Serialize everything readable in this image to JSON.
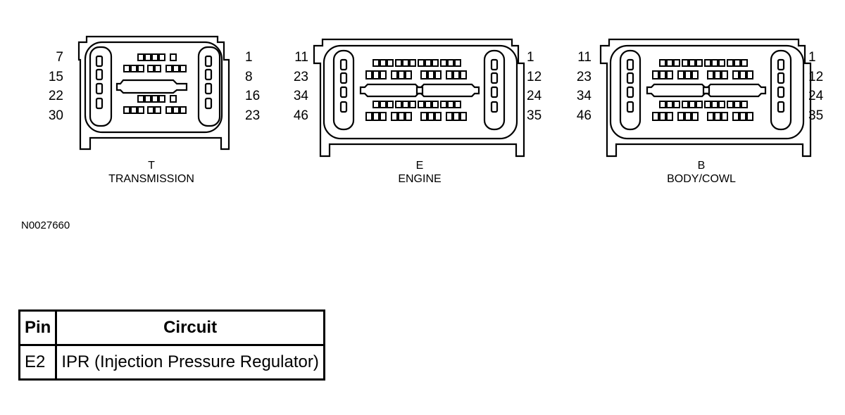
{
  "connectors": [
    {
      "id": "T",
      "letter": "T",
      "name": "TRANSMISSION",
      "left_pins": [
        "7",
        "15",
        "22",
        "30"
      ],
      "right_pins": [
        "1",
        "8",
        "16",
        "23"
      ]
    },
    {
      "id": "E",
      "letter": "E",
      "name": "ENGINE",
      "left_pins": [
        "11",
        "23",
        "34",
        "46"
      ],
      "right_pins": [
        "1",
        "12",
        "24",
        "35"
      ]
    },
    {
      "id": "B",
      "letter": "B",
      "name": "BODY/COWL",
      "left_pins": [
        "11",
        "23",
        "34",
        "46"
      ],
      "right_pins": [
        "1",
        "12",
        "24",
        "35"
      ]
    }
  ],
  "figure_id": "N0027660",
  "table": {
    "headers": [
      "Pin",
      "Circuit"
    ],
    "rows": [
      [
        "E2",
        "IPR (Injection Pressure Regulator)"
      ]
    ]
  }
}
